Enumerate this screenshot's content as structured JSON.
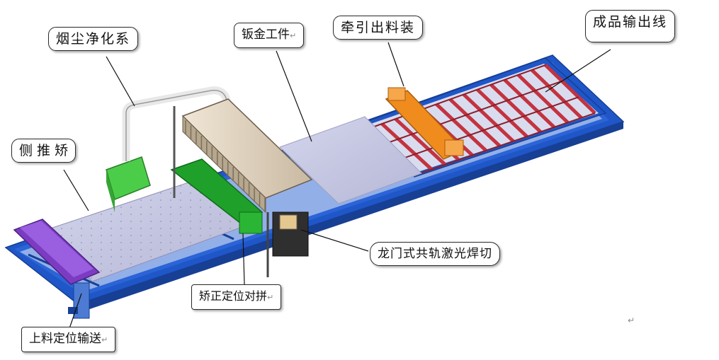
{
  "labels": {
    "dust_removal": "烟尘净化系",
    "sheet_metal": "钣金工件",
    "traction": "牵引出料装",
    "output_line": "成品输出线",
    "side_push": "侧 推 矫",
    "laser": "龙门式共轨激光焊切",
    "straighten": "矫正定位对拼",
    "feeding": "上料定位输送"
  },
  "marks": {
    "para": "↵"
  },
  "colors": {
    "rail_blue": "#1f56c8",
    "rail_dark": "#173f94",
    "conveyor_red": "#c3333f",
    "traction_orange": "#f08c1e",
    "dust_green": "#4ccd4a",
    "straighten_green": "#1fa02a",
    "feeder_purple": "#7b3cc2",
    "sheet_gray": "#c6c7df",
    "laser_gantry": "#e8dcc8",
    "laser_dark": "#4a4a4a"
  }
}
